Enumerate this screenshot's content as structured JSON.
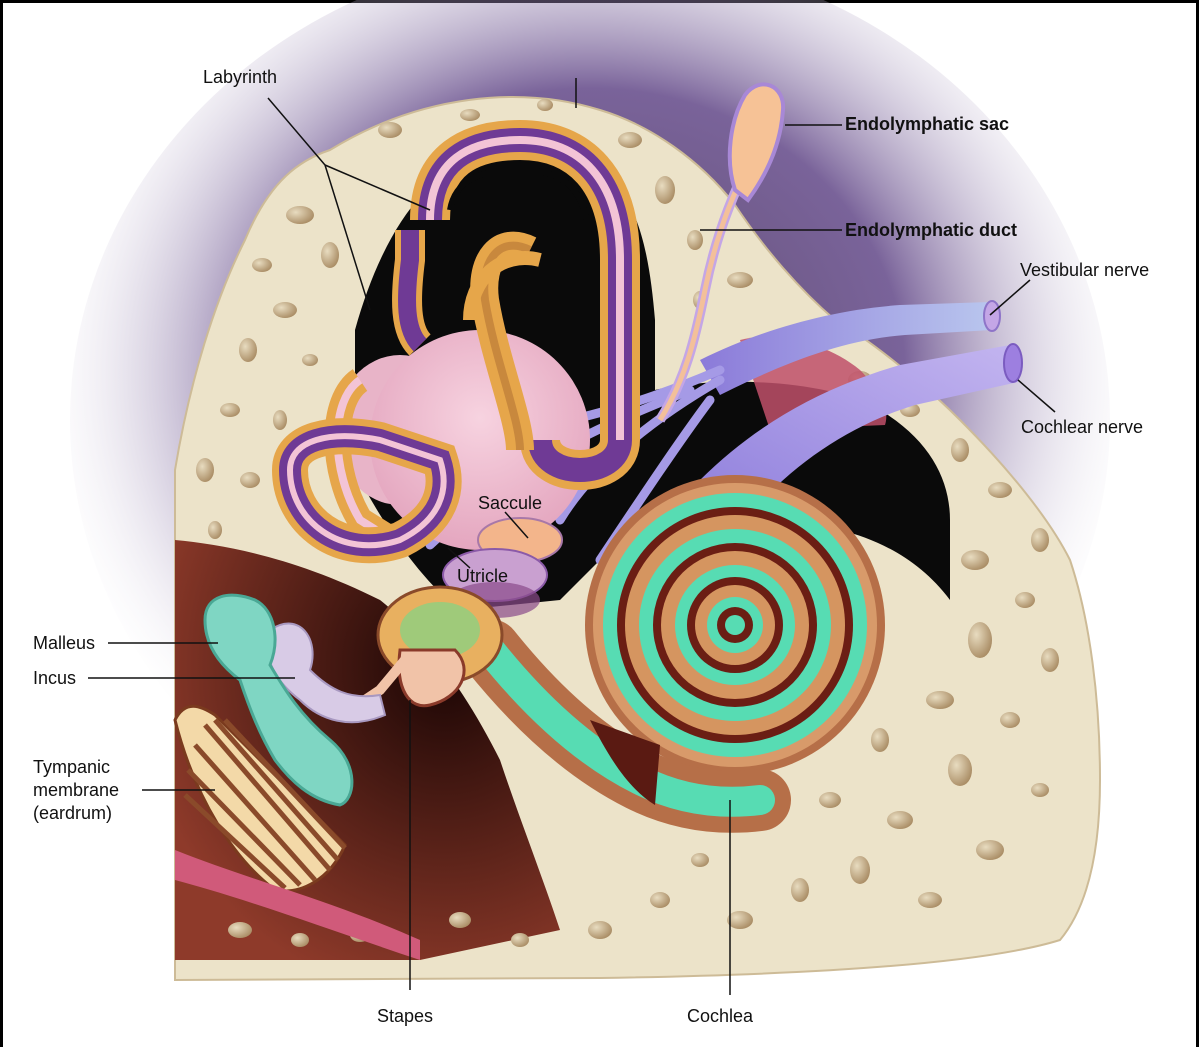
{
  "labels": {
    "labyrinth": "Labyrinth",
    "endolymphatic_sac": "Endolymphatic sac",
    "endolymphatic_duct": "Endolymphatic duct",
    "vestibular_nerve": "Vestibular nerve",
    "cochlear_nerve": "Cochlear nerve",
    "saccule": "Saccule",
    "utricle": "Utricle",
    "malleus": "Malleus",
    "incus": "Incus",
    "tympanic_membrane": "Tympanic\nmembrane\n(eardrum)",
    "stapes": "Stapes",
    "cochlea": "Cochlea"
  },
  "colors": {
    "bone": "#ece3c9",
    "bone_pit": "#c4ab84",
    "cavity": "#0a0a0a",
    "glow": "#5b3b86",
    "labyrinth_tube": "#e6a64a",
    "labyrinth_band": "#6f3a95",
    "labyrinth_fill": "#f0bfd2",
    "nerve": "#9c8ee0",
    "cochlear_nerve": "#a796e6",
    "cochlea_brown": "#b66f48",
    "cochlea_teal": "#57dcb3",
    "malleus": "#7fd6c3",
    "incus": "#d8cbe6",
    "eardrum": "#c98a4f",
    "middle_ear": "#5e1c14"
  }
}
